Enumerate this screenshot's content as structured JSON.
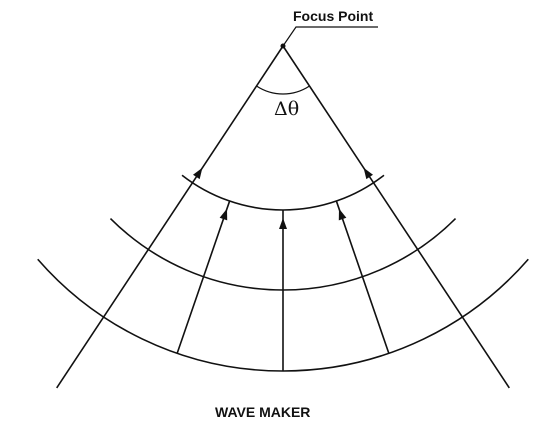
{
  "labels": {
    "focus_point": "Focus Point",
    "angle": "Δθ",
    "wave_maker": "WAVE MAKER"
  },
  "colors": {
    "line": "#111111",
    "background": "#ffffff"
  },
  "wavefronts": [
    {
      "name": "wavefront-outer",
      "radius": 325,
      "half_span_deg": 49
    },
    {
      "name": "wavefront-middle",
      "radius": 244,
      "half_span_deg": 45
    },
    {
      "name": "wavefront-inner",
      "radius": 164,
      "half_span_deg": 38
    }
  ],
  "rays": [
    {
      "name": "ray-boundary-left",
      "angle_deg": -33.5,
      "arrow": true,
      "arrow_radius": 146,
      "extends_to": 410
    },
    {
      "name": "ray-inner-left",
      "angle_deg": -19,
      "arrow": true,
      "arrow_radius": 172,
      "extends_to": 325
    },
    {
      "name": "ray-center",
      "angle_deg": 0,
      "arrow": true,
      "arrow_radius": 172,
      "extends_to": 325
    },
    {
      "name": "ray-inner-right",
      "angle_deg": 19,
      "arrow": true,
      "arrow_radius": 172,
      "extends_to": 325
    },
    {
      "name": "ray-boundary-right",
      "angle_deg": 33.5,
      "arrow": true,
      "arrow_radius": 146,
      "extends_to": 410
    }
  ],
  "angle_arc": {
    "radius": 48,
    "from_deg": -33.5,
    "to_deg": 33.5
  }
}
